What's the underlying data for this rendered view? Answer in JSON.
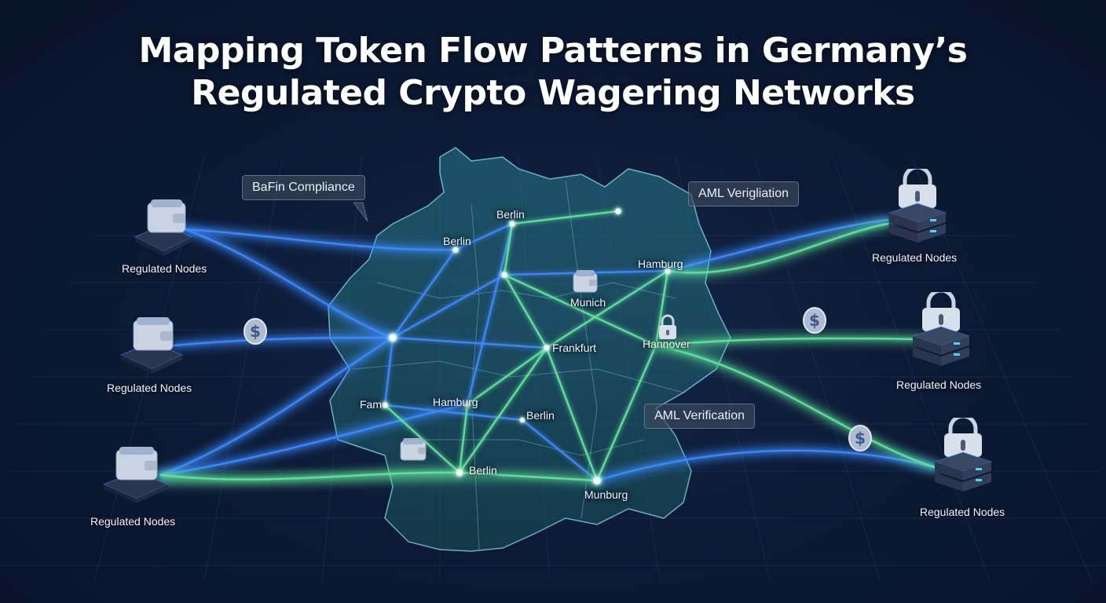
{
  "title": {
    "line1": "Mapping Token Flow Patterns in Germany’s",
    "line2": "Regulated Crypto Wagering Networks"
  },
  "callouts": {
    "bafin": "BaFin Compliance",
    "aml_top": "AML Verigliation",
    "aml_mid": "AML Verification"
  },
  "cities": {
    "berlin_top": "Berlin",
    "berlin_nw": "Berlin",
    "hamburg_ne": "Hamburg",
    "munich": "Munich",
    "frankfurt": "Frankfurt",
    "hannover": "Hannover",
    "fam": "Fam",
    "hamburg_mid": "Hamburg",
    "berlin_mid": "Berlin",
    "berlin_south": "Berlin",
    "munburg": "Munburg"
  },
  "left_nodes": [
    {
      "label": "Regulated Nodes",
      "icon": "wallet-icon"
    },
    {
      "label": "Regulated Nodes",
      "icon": "wallet-icon"
    },
    {
      "label": "Regulated Nodes",
      "icon": "wallet-icon"
    }
  ],
  "right_nodes": [
    {
      "label": "Regulated Nodes",
      "icon": "secure-server-icon"
    },
    {
      "label": "Regulated Nodes",
      "icon": "secure-server-icon"
    },
    {
      "label": "Regulated Nodes",
      "icon": "secure-server-icon"
    }
  ],
  "coin_symbol": "$",
  "colors": {
    "background": "#0c1a35",
    "flow_blue": "#3d8bff",
    "flow_green": "#5fe39a",
    "map_fill": "#1d5a6e",
    "map_stroke": "#8fe6ff"
  }
}
